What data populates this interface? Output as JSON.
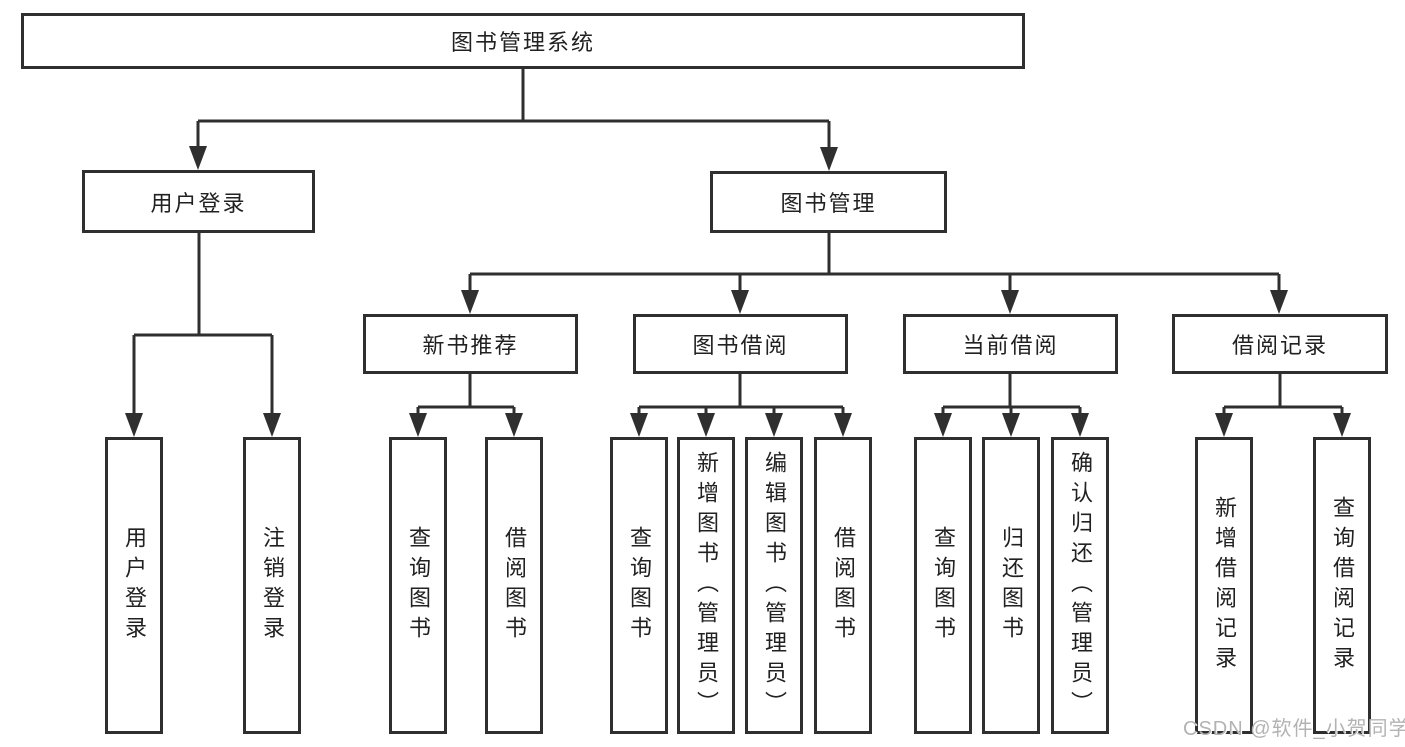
{
  "diagram": {
    "title": "图书管理系统",
    "nodes": {
      "root": {
        "label": "图书管理系统"
      },
      "level2": [
        {
          "label": "用户登录"
        },
        {
          "label": "图书管理"
        }
      ],
      "level3": [
        {
          "label": "新书推荐",
          "parent": "图书管理"
        },
        {
          "label": "图书借阅",
          "parent": "图书管理"
        },
        {
          "label": "当前借阅",
          "parent": "图书管理"
        },
        {
          "label": "借阅记录",
          "parent": "图书管理"
        }
      ],
      "leaves": [
        {
          "label": "用户登录",
          "parent": "用户登录"
        },
        {
          "label": "注销登录",
          "parent": "用户登录"
        },
        {
          "label": "查询图书",
          "parent": "新书推荐"
        },
        {
          "label": "借阅图书",
          "parent": "新书推荐"
        },
        {
          "label": "查询图书",
          "parent": "图书借阅"
        },
        {
          "label": "新增图书（管理员）",
          "parent": "图书借阅"
        },
        {
          "label": "编辑图书（管理员）",
          "parent": "图书借阅"
        },
        {
          "label": "借阅图书",
          "parent": "图书借阅"
        },
        {
          "label": "查询图书",
          "parent": "当前借阅"
        },
        {
          "label": "归还图书",
          "parent": "当前借阅"
        },
        {
          "label": "确认归还（管理员）",
          "parent": "当前借阅"
        },
        {
          "label": "新增借阅记录",
          "parent": "借阅记录"
        },
        {
          "label": "查询借阅记录",
          "parent": "借阅记录"
        }
      ]
    },
    "colors": {
      "line": "#2f2f2f",
      "text": "#212121",
      "background": "#ffffff",
      "watermark_text": "#b3b3b3"
    }
  },
  "watermark": {
    "text": "CSDN @软件_小贺同学"
  }
}
